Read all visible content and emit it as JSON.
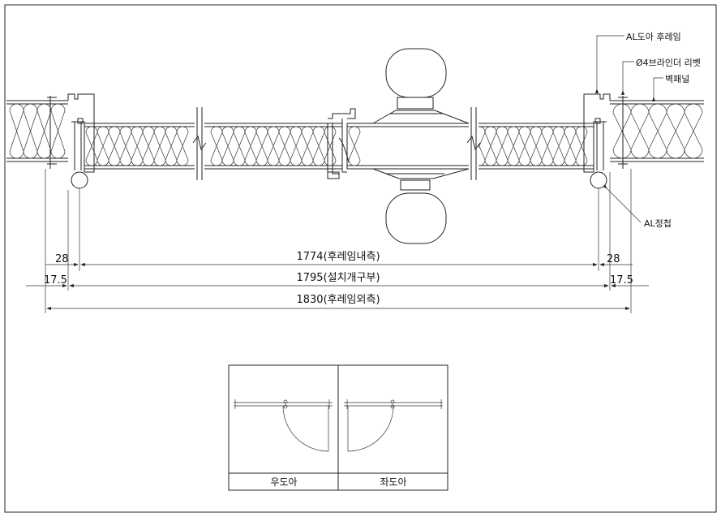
{
  "callouts": {
    "frame": "AL도아 후레임",
    "rivet": "Ø4브라인더 리벳",
    "panel": "벽패널",
    "plate": "AL정첩"
  },
  "dimensions": {
    "left_28": "28",
    "right_28": "28",
    "left_17_5": "17.5",
    "right_17_5": "17.5",
    "frame_inner": "1774(후레임내측)",
    "opening": "1795(설치개구부)",
    "frame_outer": "1830(후레임외측)"
  },
  "legend": {
    "right_door": "우도아",
    "left_door": "좌도아"
  }
}
